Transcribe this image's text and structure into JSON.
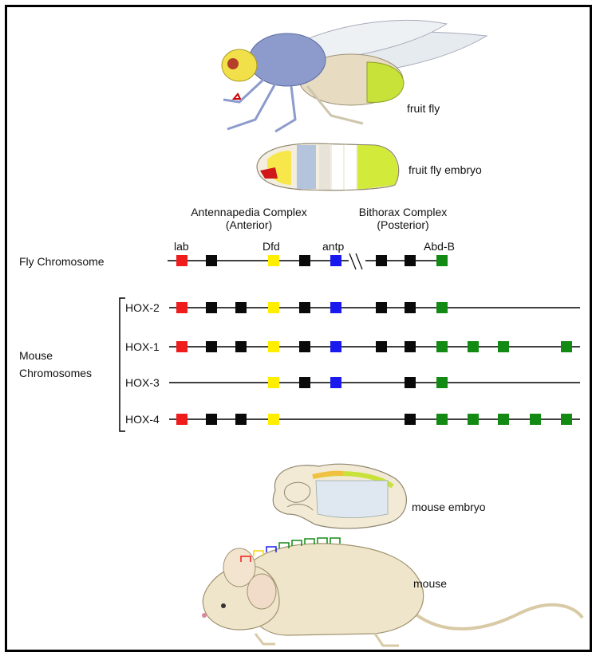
{
  "labels": {
    "fruit_fly": "fruit fly",
    "fruit_fly_embryo": "fruit fly embryo",
    "antennapedia_title": "Antennapedia Complex",
    "antennapedia_sub": "(Anterior)",
    "bithorax_title": "Bithorax Complex",
    "bithorax_sub": "(Posterior)",
    "gene_lab": "lab",
    "gene_dfd": "Dfd",
    "gene_antp": "antp",
    "gene_abdb": "Abd-B",
    "fly_chromosome": "Fly Chromosome",
    "mouse_chromosomes_1": "Mouse",
    "mouse_chromosomes_2": "Chromosomes",
    "hox2": "HOX-2",
    "hox1": "HOX-1",
    "hox3": "HOX-3",
    "hox4": "HOX-4",
    "mouse_embryo": "mouse embryo",
    "mouse": "mouse"
  },
  "colors": {
    "red": "#ee1c1c",
    "yellow": "#ffee00",
    "blue": "#1a1aee",
    "green": "#138a13",
    "black": "#0a0a0a"
  },
  "fly_chromosome_genes": [
    "red",
    "black",
    "yellow",
    "black",
    "blue",
    "break",
    "black",
    "black",
    "green"
  ],
  "hox_clusters": [
    {
      "name": "HOX-2",
      "genes": [
        "red",
        "black",
        "black",
        "yellow",
        "black",
        "blue",
        "black",
        "black",
        "green"
      ]
    },
    {
      "name": "HOX-1",
      "genes": [
        "red",
        "black",
        "black",
        "yellow",
        "black",
        "blue",
        "black",
        "black",
        "green",
        "green",
        "green",
        "green"
      ]
    },
    {
      "name": "HOX-3",
      "genes": [
        "yellow",
        "black",
        "blue",
        "black",
        "green"
      ]
    },
    {
      "name": "HOX-4",
      "genes": [
        "red",
        "black",
        "black",
        "yellow",
        "black",
        "green",
        "green",
        "green",
        "green",
        "green"
      ]
    }
  ]
}
